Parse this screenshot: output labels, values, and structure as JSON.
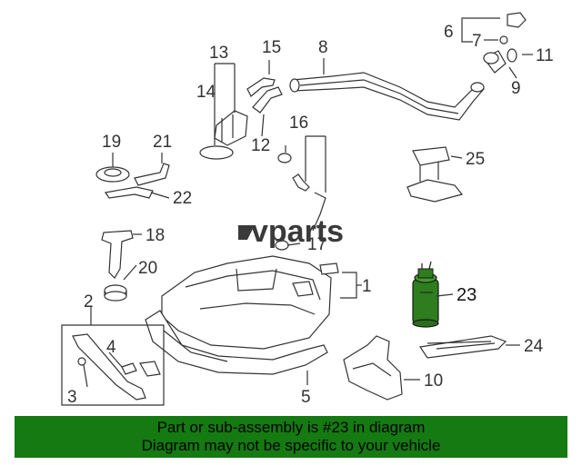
{
  "diagram": {
    "callouts": {
      "c1": "1",
      "c2": "2",
      "c3": "3",
      "c4": "4",
      "c5": "5",
      "c6": "6",
      "c7": "7",
      "c8": "8",
      "c9": "9",
      "c10": "10",
      "c11": "11",
      "c12": "12",
      "c13": "13",
      "c14": "14",
      "c15": "15",
      "c16": "16",
      "c17": "17",
      "c18": "18",
      "c19": "19",
      "c20": "20",
      "c21": "21",
      "c22": "22",
      "c23": "23",
      "c24": "24",
      "c25": "25"
    },
    "highlighted_part": "23",
    "highlight_color": "#2e7d1f",
    "watermark": "vparts"
  },
  "banner": {
    "line1": "Part or sub-assembly is #23 in diagram",
    "line2": "Diagram may not be specific to your vehicle",
    "color": "#147a11"
  }
}
